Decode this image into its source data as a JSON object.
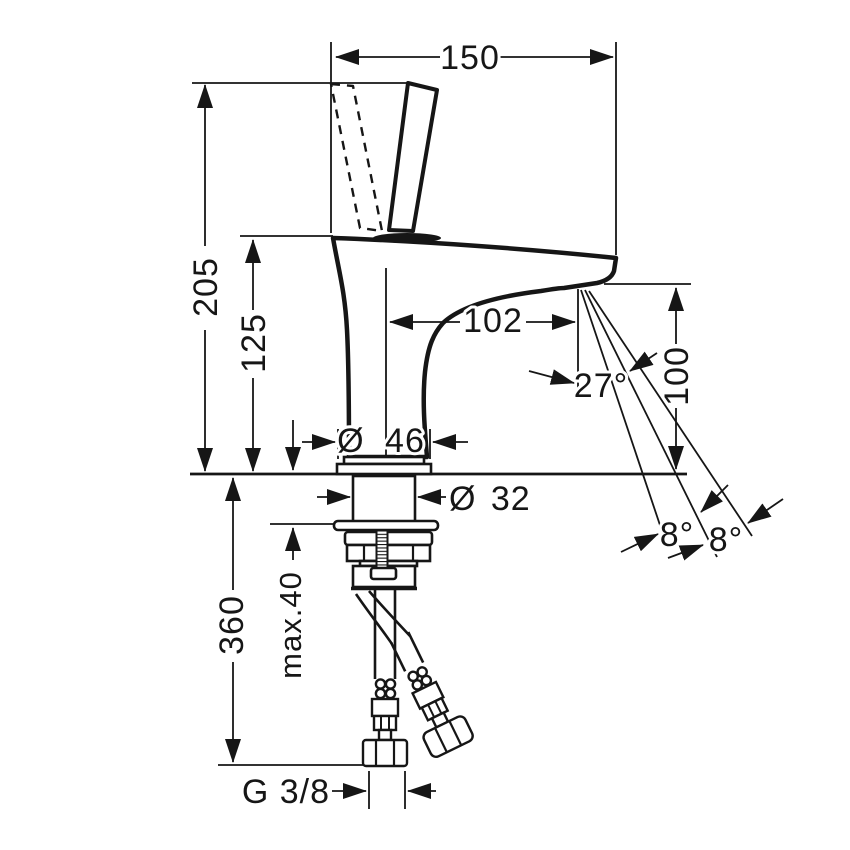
{
  "drawing": {
    "kind": "basin-mixer-installation-dimension-drawing"
  },
  "dimensions": {
    "overall_width": "150",
    "overall_height": "205",
    "body_height": "125",
    "spout_reach": "102",
    "outlet_height": "100",
    "stream_angle": "27°",
    "base_diameter": "Ø 46",
    "shank_diameter": "Ø 32",
    "spread_angle_left": "8°",
    "spread_angle_right": "8°",
    "hose_length": "360",
    "max_mounting_thickness": "max.40",
    "connection_thread": "G 3/8"
  }
}
